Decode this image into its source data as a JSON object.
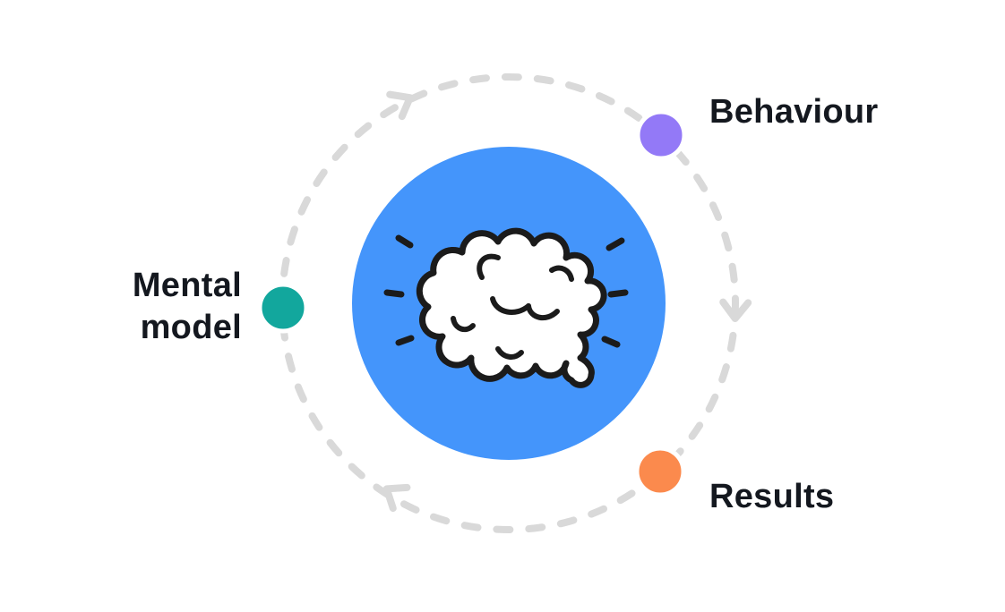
{
  "diagram": {
    "type": "cycle",
    "direction": "clockwise",
    "background": "#FFFFFF",
    "text_color": "#14181F",
    "ring": {
      "style": "dashed",
      "color": "#D9D9D9",
      "arrowheads": 3
    },
    "center": {
      "icon": "brain-icon",
      "circle_color": "#4495FB",
      "brain_fill": "#FFFFFF",
      "brain_outline": "#1B1B1B"
    },
    "nodes": [
      {
        "id": "behaviour",
        "label": "Behaviour",
        "dot_color": "#9379F7",
        "position": "top-right"
      },
      {
        "id": "mental-model",
        "label": "Mental model",
        "dot_color": "#12A79D",
        "position": "left"
      },
      {
        "id": "results",
        "label": "Results",
        "dot_color": "#FB8A4D",
        "position": "bottom-right"
      }
    ]
  }
}
